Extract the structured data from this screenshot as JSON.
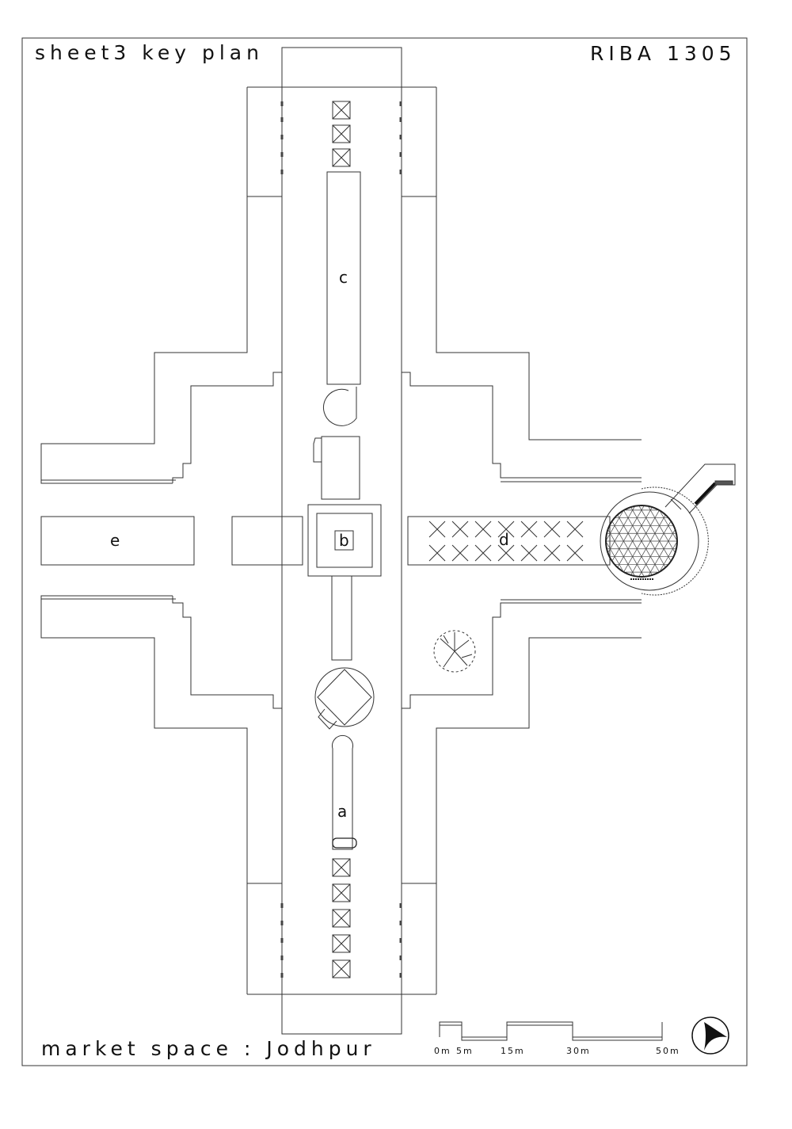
{
  "sheet_title": "sheet3 key plan",
  "reference": "RIBA 1305",
  "project_title": "market space : Jodhpur",
  "zones": {
    "a": "a",
    "b": "b",
    "c": "c",
    "d": "d",
    "e": "e"
  },
  "scale_bar": {
    "ticks": [
      "0m",
      "5m",
      "15m",
      "30m",
      "50m"
    ]
  },
  "icons": {
    "north": "north-arrow-icon",
    "tree": "tree-icon",
    "dome": "geodesic-dome-icon"
  }
}
